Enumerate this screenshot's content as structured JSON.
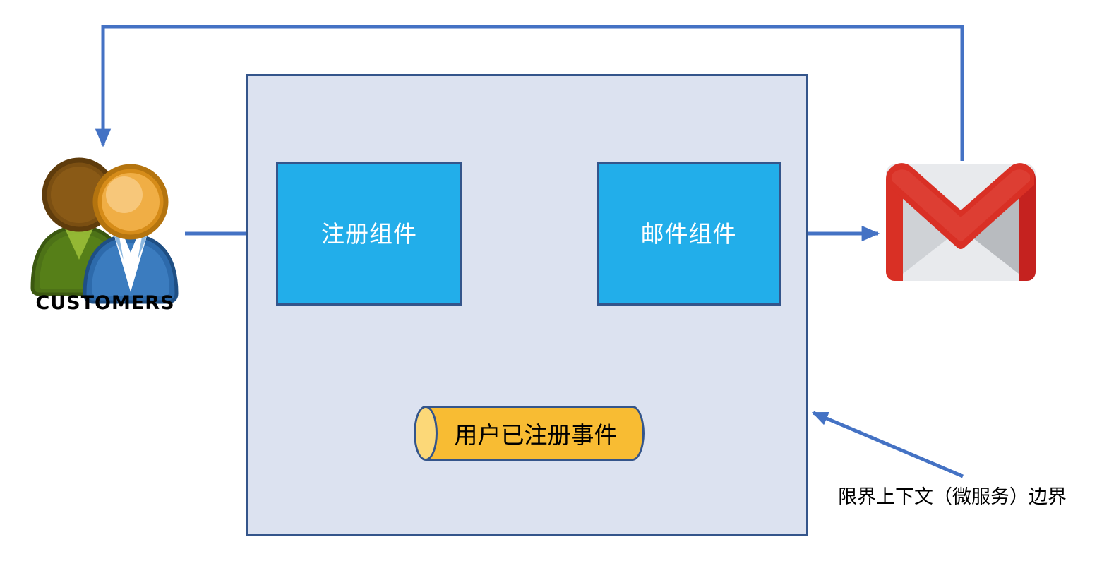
{
  "diagram": {
    "title": "限界上下文（微服务）边界",
    "colors": {
      "component_fill": "#22aeea",
      "component_border": "#34558b",
      "context_fill": "#dce2f0",
      "context_border": "#34558b",
      "event_fill": "#f8bc33",
      "connector": "#4472c4",
      "gmail_red": "#d93025",
      "gmail_paper": "#e8eaed"
    }
  },
  "actors": {
    "customers": {
      "icon": "customers-icon",
      "caption": "CUSTOMERS"
    },
    "gmail": {
      "icon": "gmail-icon",
      "caption": ""
    }
  },
  "context": {
    "name": "bounded-context",
    "caption": "限界上下文（微服务）边界",
    "components": [
      {
        "id": "register",
        "label": "注册组件"
      },
      {
        "id": "mail",
        "label": "邮件组件"
      }
    ],
    "events": [
      {
        "id": "user-registered",
        "label": "用户已注册事件",
        "shape": "cylinder"
      }
    ]
  },
  "connections": [
    {
      "id": "customers-to-register",
      "from": "customers",
      "to": "register",
      "style": "straight-arrow"
    },
    {
      "id": "register-to-event",
      "from": "register",
      "to": "user-registered",
      "style": "elbow-arrow"
    },
    {
      "id": "event-to-mail",
      "from": "user-registered",
      "to": "mail",
      "style": "elbow-arrow"
    },
    {
      "id": "mail-to-gmail",
      "from": "mail",
      "to": "gmail",
      "style": "straight-arrow"
    },
    {
      "id": "gmail-to-customers",
      "from": "gmail",
      "to": "customers",
      "style": "routed-arrow"
    },
    {
      "id": "caption-leader",
      "from": "boundary-caption",
      "to": "bounded-context",
      "style": "leader-arrow"
    }
  ]
}
